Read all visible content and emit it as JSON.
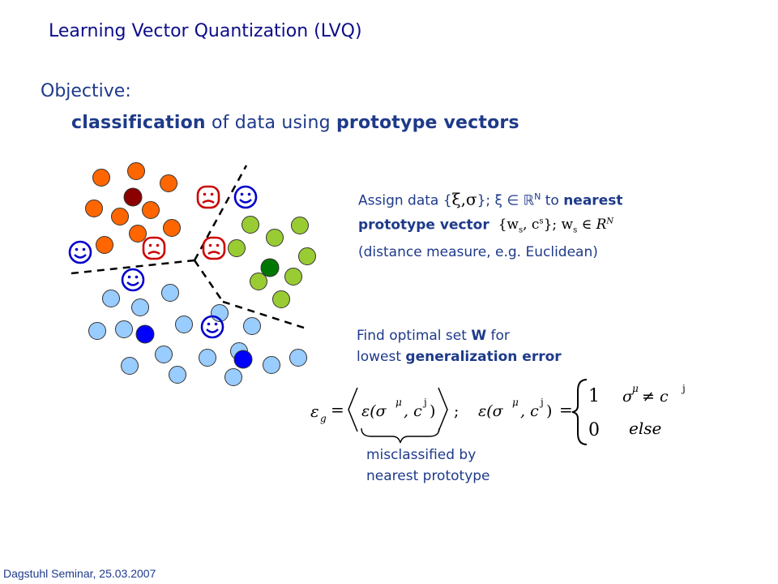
{
  "slide": {
    "title": "Learning Vector Quantization (LVQ)",
    "objective_label": "Objective:",
    "objective_text": {
      "part1": "classification",
      "part2": " of data using ",
      "part3": "prototype vectors"
    },
    "assign": {
      "line1_prefix": "Assign data {",
      "line1_xi_sigma": "ξ,σ",
      "line1_mid": "}; ξ ∈ ℝ",
      "line1_sup": "N",
      "line1_to": " to ",
      "line1_nearest": "nearest",
      "line2_label": "prototype vector",
      "line2_math": "{w",
      "line2_math_sub": "s",
      "line2_math2": ", c",
      "line2_math_sup": "s",
      "line2_math3": "}; w",
      "line2_math_sub2": "s",
      "line2_math4": " ∈ R",
      "line2_math_sup2": "N",
      "line3": "(distance measure, e.g. Euclidean)"
    },
    "optimal": {
      "line1_prefix": "Find optimal set ",
      "line1_W": "W",
      "line1_suffix": " for",
      "line2_prefix": "lowest ",
      "line2_bold": "generalization error"
    },
    "formula": {
      "eps_g": "ε",
      "eps_g_sub": "g",
      "eps_inner": "ε(σ",
      "mu": "μ",
      "c_part": ", c",
      "j": "j",
      "close": ")",
      "semicolon": ";",
      "case1_value": "1",
      "case0_value": "0",
      "case1_cond": "σ",
      "case1_neq": " ≠ c",
      "case0_cond": "else"
    },
    "misclassified": {
      "line1": "misclassified by",
      "line2": "nearest prototype"
    },
    "footer": "Dagstuhl Seminar, 25.03.2007"
  },
  "colors": {
    "title": "#0d0d8a",
    "text": "#1e3a8a",
    "orange": "#ff6600",
    "orange_proto": "#8b0000",
    "green": "#99cc33",
    "green_proto": "#007700",
    "blue": "#99ccff",
    "blue_proto": "#0000ff",
    "happy_face": "#0000cc",
    "sad_face": "#cc0000"
  },
  "icons": {
    "happy": "smiley-face-icon",
    "sad": "sad-face-icon"
  }
}
